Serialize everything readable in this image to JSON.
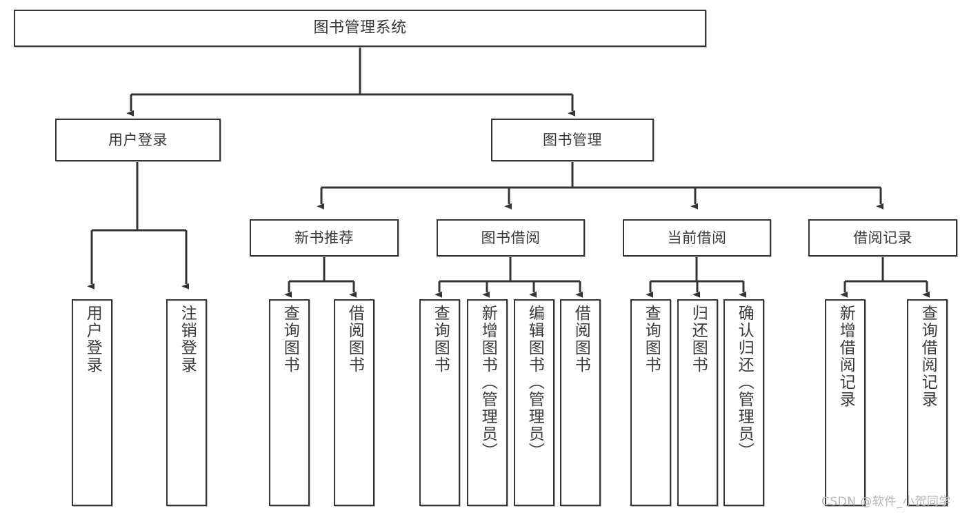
{
  "diagram": {
    "title": "图书管理系统",
    "type": "tree-hierarchy-diagram",
    "colors": {
      "box_border": "#343434",
      "box_fill": "#ffffff",
      "edge": "#343434",
      "text": "#3a3a3a",
      "watermark": "#b6b6b6",
      "background": "#ffffff"
    },
    "watermark": "CSDN @软件_小贺同学"
  },
  "nodes": {
    "root": {
      "label": "图书管理系统"
    },
    "level2": [
      {
        "id": "user-login",
        "label": "用户登录"
      },
      {
        "id": "book-manage",
        "label": "图书管理"
      }
    ],
    "level3": [
      {
        "id": "new-book-recommend",
        "label": "新书推荐"
      },
      {
        "id": "book-borrow",
        "label": "图书借阅"
      },
      {
        "id": "current-borrow",
        "label": "当前借阅"
      },
      {
        "id": "borrow-record",
        "label": "借阅记录"
      }
    ],
    "leaves": {
      "user_login": [
        {
          "id": "leaf-user-login",
          "label": "用户登录"
        },
        {
          "id": "leaf-logout",
          "label": "注销登录"
        }
      ],
      "new_book_recommend": [
        {
          "id": "leaf-query-book-1",
          "label": "查询图书"
        },
        {
          "id": "leaf-borrow-book-1",
          "label": "借阅图书"
        }
      ],
      "book_borrow": [
        {
          "id": "leaf-query-book-2",
          "label": "查询图书"
        },
        {
          "id": "leaf-add-book",
          "label": "新增图书（管理员）"
        },
        {
          "id": "leaf-edit-book",
          "label": "编辑图书（管理员）"
        },
        {
          "id": "leaf-borrow-book-2",
          "label": "借阅图书"
        }
      ],
      "current_borrow": [
        {
          "id": "leaf-query-book-3",
          "label": "查询图书"
        },
        {
          "id": "leaf-return-book",
          "label": "归还图书"
        },
        {
          "id": "leaf-confirm-return",
          "label": "确认归还（管理员）"
        }
      ],
      "borrow_record": [
        {
          "id": "leaf-add-record",
          "label": "新增借阅记录"
        },
        {
          "id": "leaf-query-record",
          "label": "查询借阅记录"
        }
      ]
    }
  }
}
